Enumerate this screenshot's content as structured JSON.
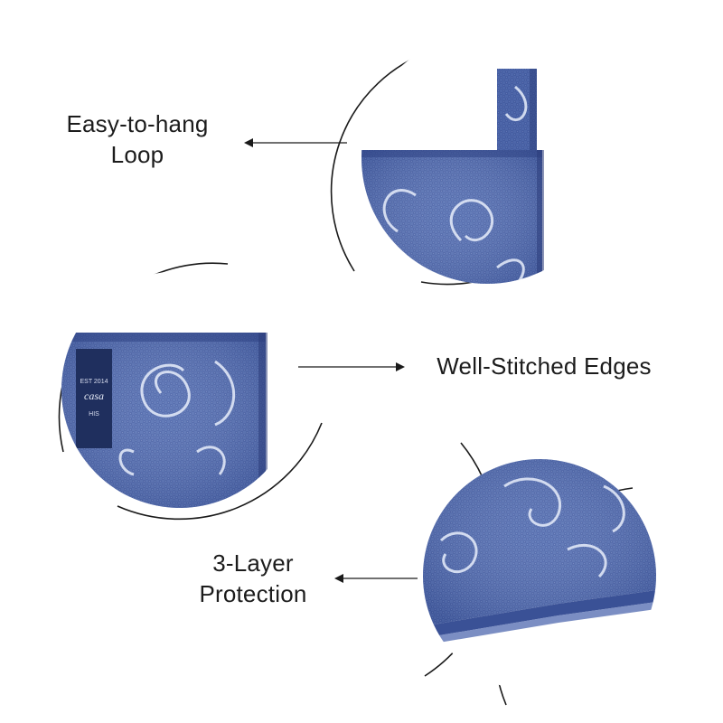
{
  "features": [
    {
      "line1": "Easy-to-hang",
      "line2": "Loop"
    },
    {
      "line1": "Well-Stitched Edges"
    },
    {
      "line1": "3-Layer",
      "line2": "Protection"
    }
  ],
  "brand_tag": {
    "line1": "EST 2014",
    "line2": "casa",
    "line3": "HIS"
  },
  "colors": {
    "fabric": "#4a63a8",
    "fabric_dark": "#3a5196",
    "fabric_light": "#6d84c2",
    "pattern": "#e8eefb",
    "tag": "#1f2f5e",
    "line": "#1a1a1a"
  },
  "icons": [
    "arrow-left-icon",
    "arrow-right-icon",
    "arrow-left-icon"
  ]
}
